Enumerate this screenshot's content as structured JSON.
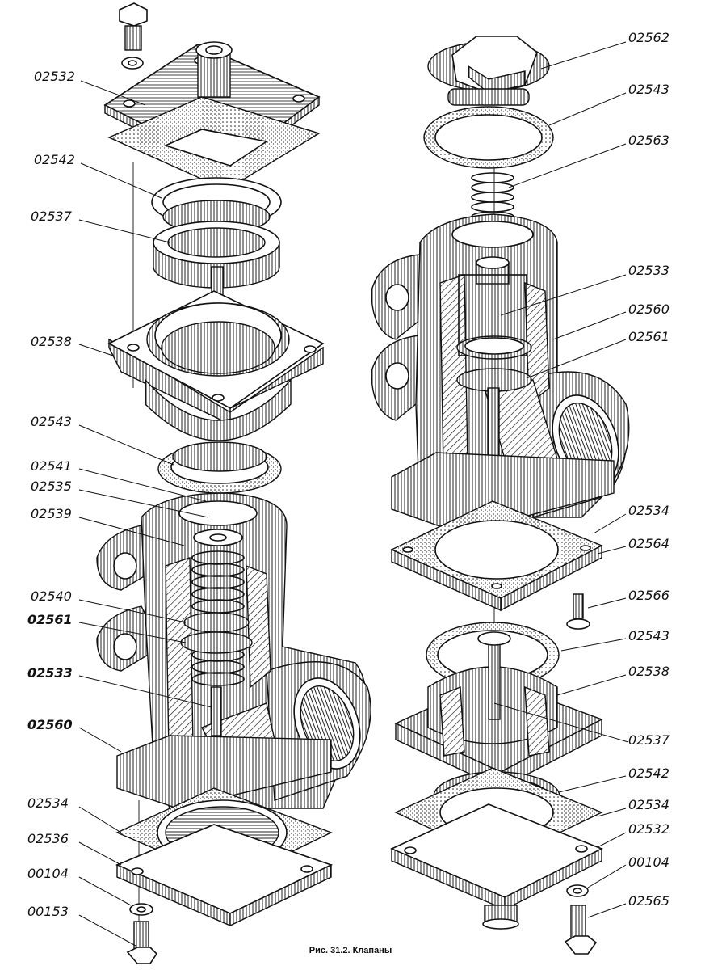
{
  "caption": "Рис. 31.2. Клапаны",
  "left_labels": [
    {
      "text": "02532",
      "bold": false
    },
    {
      "text": "02542",
      "bold": false
    },
    {
      "text": "02537",
      "bold": false
    },
    {
      "text": "02538",
      "bold": false
    },
    {
      "text": "02543",
      "bold": false
    },
    {
      "text": "02541",
      "bold": false
    },
    {
      "text": "02535",
      "bold": false
    },
    {
      "text": "02539",
      "bold": false
    },
    {
      "text": "02540",
      "bold": false
    },
    {
      "text": "02561",
      "bold": true
    },
    {
      "text": "02533",
      "bold": true
    },
    {
      "text": "02560",
      "bold": true
    },
    {
      "text": "02534",
      "bold": false
    },
    {
      "text": "02536",
      "bold": false
    },
    {
      "text": "00104",
      "bold": false
    },
    {
      "text": "00153",
      "bold": false
    }
  ],
  "right_labels": [
    {
      "text": "02562"
    },
    {
      "text": "02543"
    },
    {
      "text": "02563"
    },
    {
      "text": "02533"
    },
    {
      "text": "02560"
    },
    {
      "text": "02561"
    },
    {
      "text": "02534"
    },
    {
      "text": "02564"
    },
    {
      "text": "02566"
    },
    {
      "text": "02543"
    },
    {
      "text": "02538"
    },
    {
      "text": "02537"
    },
    {
      "text": "02542"
    },
    {
      "text": "02534"
    },
    {
      "text": "02532"
    },
    {
      "text": "00104"
    },
    {
      "text": "02565"
    }
  ]
}
